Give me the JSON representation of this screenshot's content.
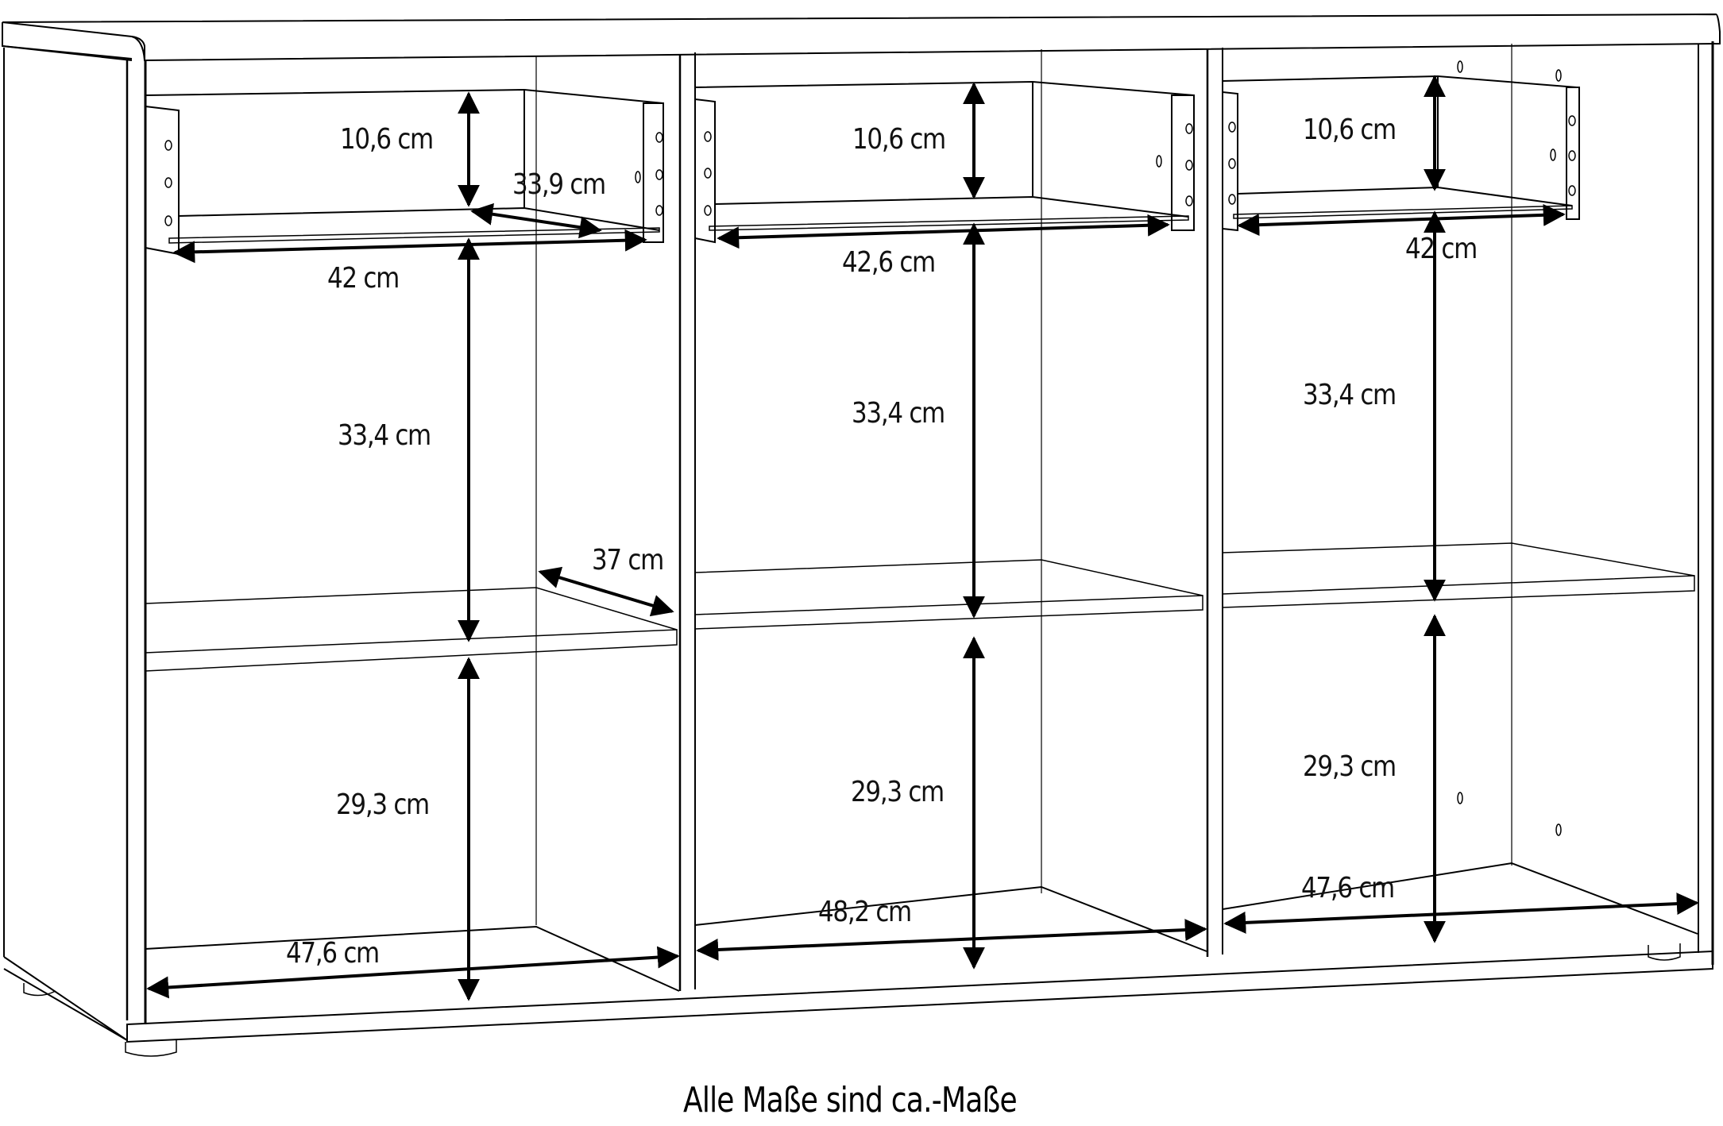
{
  "figure": {
    "type": "dimension-diagram",
    "subject": "sideboard with 3 compartments, 3 drawers, 3 shelves",
    "line_color": "#000000",
    "background": "#ffffff"
  },
  "compartments": [
    {
      "position": "left",
      "drawer": {
        "height": "10,6 cm",
        "depth": "33,9 cm",
        "width": "42 cm"
      },
      "upper_space": "33,4 cm",
      "shelf_depth": "37 cm",
      "lower_space": "29,3 cm",
      "bottom_width": "47,6 cm"
    },
    {
      "position": "middle",
      "drawer": {
        "height": "10,6 cm",
        "width": "42,6 cm"
      },
      "upper_space": "33,4 cm",
      "lower_space": "29,3 cm",
      "bottom_width": "48,2 cm"
    },
    {
      "position": "right",
      "drawer": {
        "height": "10,6 cm",
        "width": "42 cm"
      },
      "upper_space": "33,4 cm",
      "lower_space": "29,3 cm",
      "bottom_width": "47,6 cm"
    }
  ],
  "caption": "Alle Maße sind ca.-Maße"
}
